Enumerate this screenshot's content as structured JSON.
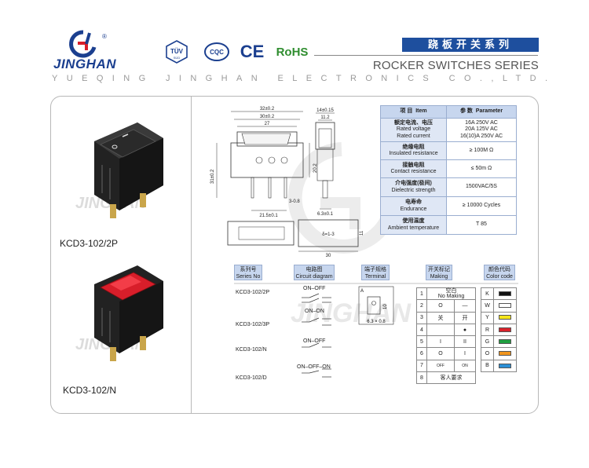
{
  "header": {
    "brand": "JINGHAN",
    "series_cn": "跷板开关系列",
    "series_en": "ROCKER SWITCHES SERIES",
    "company": "YUEQING JINGHAN ELECTRONICS CO.,LTD.",
    "certifications": [
      "TÜV",
      "CQC",
      "CE",
      "RoHS"
    ],
    "brand_color": "#1b3f8f",
    "accent_color": "#1e4f9e"
  },
  "products": [
    {
      "model": "KCD3-102/2P",
      "rocker_color": "#1a1a1a",
      "watermark": "JINGHAN"
    },
    {
      "model": "KCD3-102/N",
      "rocker_color": "#d81e2a",
      "watermark": "JINGHAN"
    }
  ],
  "drawing": {
    "dims": {
      "w_outer": "32±0.2",
      "w_inner": "30±0.2",
      "w_body": "27",
      "h_main": "31±0.2",
      "h_body": "20.2",
      "pin_pitch": "21.5±0.1",
      "pin_off": "3-0.8",
      "side_top": "14±0.15",
      "side_mid": "11.2",
      "pin_w": "6.3±0.1",
      "cutout_w": "30",
      "cutout_h": "11",
      "cutout_t": "δ=1-3"
    }
  },
  "params": {
    "header": {
      "item_cn": "项 目",
      "item_en": "Item",
      "param_cn": "参 数",
      "param_en": "Parameter"
    },
    "rows": [
      {
        "cn": "额定电流、电压",
        "en": [
          "Rated voltage",
          "Rated current"
        ],
        "value": [
          "16A 250V AC",
          "20A 125V AC",
          "16(10)A 250V AC"
        ]
      },
      {
        "cn": "绝缘电阻",
        "en": [
          "Insulated resistance"
        ],
        "value": [
          "≥ 100M Ω"
        ]
      },
      {
        "cn": "接触电阻",
        "en": [
          "Contact resistance"
        ],
        "value": [
          "≤ 50m Ω"
        ]
      },
      {
        "cn": "介电强度(极间)",
        "en": [
          "Dielectric strength"
        ],
        "value": [
          "1500VAC/5S"
        ]
      },
      {
        "cn": "电寿命",
        "en": [
          "Endurance"
        ],
        "value": [
          "≥ 10000 Cycles"
        ]
      },
      {
        "cn": "使用温度",
        "en": [
          "Ambient temperature"
        ],
        "value": [
          "T 85"
        ]
      }
    ]
  },
  "specs": {
    "headers": {
      "series": {
        "cn": "系列号",
        "en": "Series No"
      },
      "circuit": {
        "cn": "电路图",
        "en": "Circuit diagram"
      },
      "terminal": {
        "cn": "端子规格",
        "en": "Terminal"
      },
      "marking": {
        "cn": "开关标记",
        "en": "Making"
      },
      "color": {
        "cn": "颜色代码",
        "en": "Color code"
      }
    },
    "series": [
      "KCD3-102/2P",
      "KCD3-102/3P",
      "KCD3-102/N",
      "KCD3-102/D"
    ],
    "circuits": [
      "ON–OFF",
      "ON–ON",
      "ON–OFF",
      "ON–OFF–ON"
    ],
    "terminal": {
      "letter": "A",
      "height": "10",
      "size": "6.3 × 0.8"
    },
    "marking": [
      {
        "n": "1",
        "a": "空白",
        "b": "No Making",
        "c": ""
      },
      {
        "n": "2",
        "a": "O",
        "b": "",
        "c": "—"
      },
      {
        "n": "3",
        "a": "关",
        "b": "",
        "c": "开"
      },
      {
        "n": "4",
        "a": "",
        "b": "",
        "c": "●"
      },
      {
        "n": "5",
        "a": "I",
        "b": "",
        "c": "II"
      },
      {
        "n": "6",
        "a": "O",
        "b": "",
        "c": "I"
      },
      {
        "n": "7",
        "a": "OFF",
        "b": "",
        "c": "ON"
      },
      {
        "n": "8",
        "a": "客人要求",
        "b": "",
        "c": ""
      }
    ],
    "colors": [
      {
        "code": "K",
        "hex": "#111111"
      },
      {
        "code": "W",
        "hex": "#ffffff"
      },
      {
        "code": "Y",
        "hex": "#f5e51a"
      },
      {
        "code": "R",
        "hex": "#d9222b"
      },
      {
        "code": "G",
        "hex": "#1fa040"
      },
      {
        "code": "O",
        "hex": "#f0941d"
      },
      {
        "code": "B",
        "hex": "#2b8fd6"
      }
    ]
  }
}
